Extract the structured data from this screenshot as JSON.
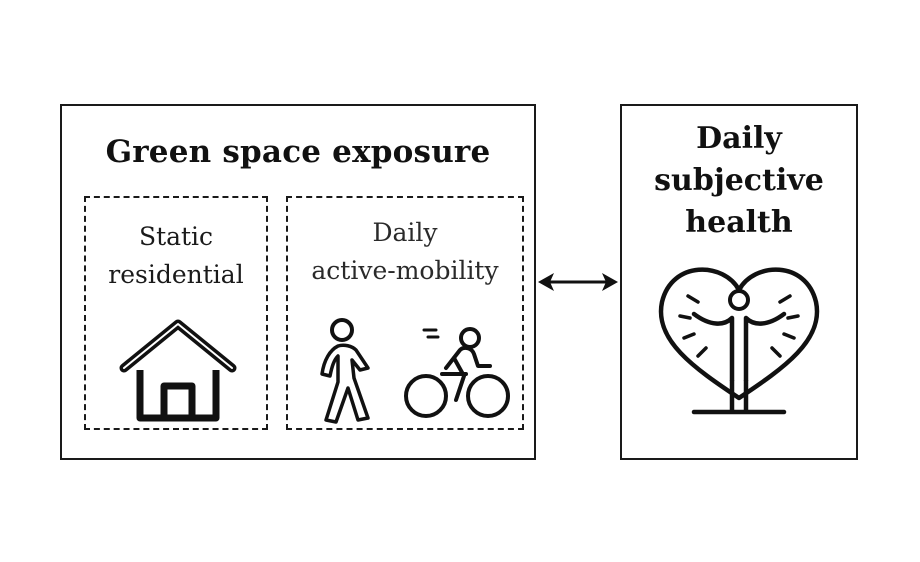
{
  "left_panel": {
    "title": "Green space exposure",
    "static_box": {
      "line1": "Static",
      "line2": "residential",
      "icon": "house-icon"
    },
    "mobility_box": {
      "line1": "Daily",
      "line2": "active-mobility",
      "icons": [
        "walking-person-icon",
        "cyclist-icon"
      ]
    }
  },
  "right_panel": {
    "title_lines": [
      "Daily",
      "subjective",
      "health"
    ],
    "icon": "heart-person-icon"
  },
  "connector": {
    "icon": "double-arrow-icon"
  },
  "colors": {
    "stroke": "#1a1a1a",
    "background": "#ffffff"
  }
}
